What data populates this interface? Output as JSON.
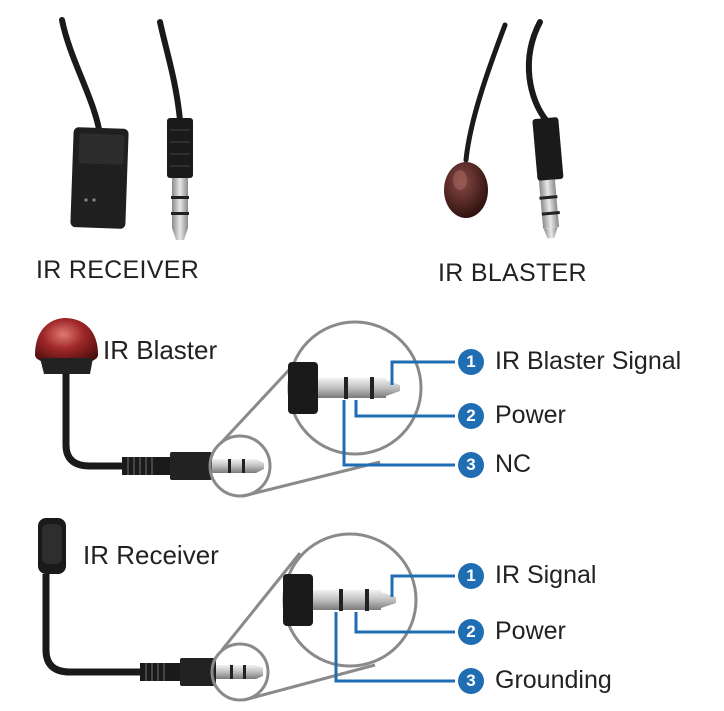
{
  "photos": {
    "receiver_label": "IR RECEIVER",
    "blaster_label": "IR BLASTER"
  },
  "blaster_diagram": {
    "title": "IR Blaster",
    "pins": [
      {
        "number": "1",
        "label": "IR Blaster Signal"
      },
      {
        "number": "2",
        "label": "Power"
      },
      {
        "number": "3",
        "label": "NC"
      }
    ]
  },
  "receiver_diagram": {
    "title": "IR Receiver",
    "pins": [
      {
        "number": "1",
        "label": "IR Signal"
      },
      {
        "number": "2",
        "label": "Power"
      },
      {
        "number": "3",
        "label": "Grounding"
      }
    ]
  },
  "colors": {
    "pin_line": "#1f6eb4",
    "badge": "#1f6eb4",
    "callout_circle": "#8a8a8a",
    "blaster_head": "#a0282a",
    "cable": "#1a1a1a"
  }
}
